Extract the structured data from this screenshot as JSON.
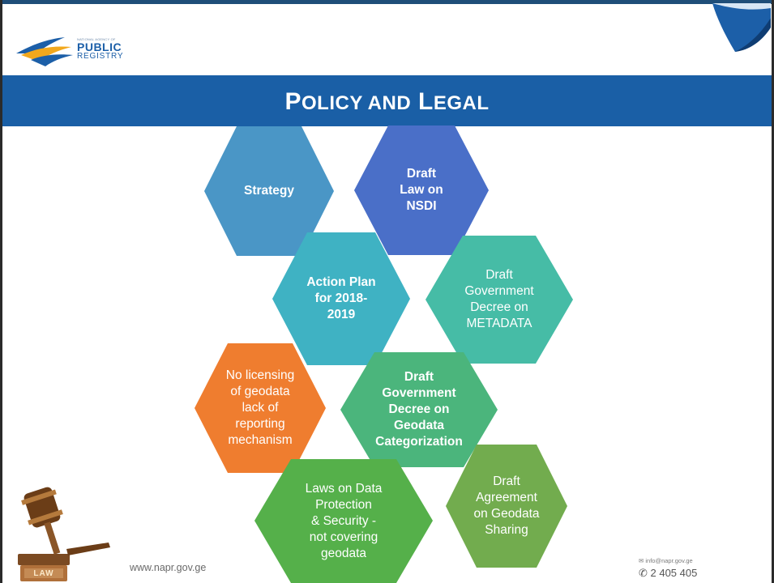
{
  "header": {
    "logo_small": "NATIONAL AGENCY OF",
    "logo_public": "PUBLIC",
    "logo_registry": "REGISTRY",
    "title_first_letter": "P",
    "title_first_rest": "OLICY AND",
    "title_second_letter": "L",
    "title_second_rest": "EGAL"
  },
  "hexagons": [
    {
      "id": "strategy",
      "label": "Strategy",
      "bold": true,
      "color": "#4a96c6"
    },
    {
      "id": "draft-law-nsdi",
      "label": "Draft\nLaw on\nNSDI",
      "bold": true,
      "color": "#4a6fc8"
    },
    {
      "id": "action-plan",
      "label": "Action Plan\nfor 2018-\n2019",
      "bold": true,
      "color": "#3fb2c3"
    },
    {
      "id": "draft-decree-metadata",
      "label": "Draft\nGovernment\nDecree on\nMETADATA",
      "bold": false,
      "color": "#46bca6"
    },
    {
      "id": "no-licensing",
      "label": "No licensing\nof geodata\nlack of\nreporting\nmechanism",
      "bold": false,
      "color": "#ef7d2f"
    },
    {
      "id": "draft-decree-categorization",
      "label": "Draft\nGovernment\nDecree on\nGeodata\nCategorization",
      "bold": true,
      "color": "#4bb57c"
    },
    {
      "id": "laws-data-protection",
      "label": "Laws on Data\nProtection\n& Security  -\nnot covering\ngeodata",
      "bold": false,
      "color": "#55b04a"
    },
    {
      "id": "draft-agreement",
      "label": "Draft\nAgreement\non Geodata\nSharing",
      "bold": false,
      "color": "#72ac4e"
    }
  ],
  "gavel": {
    "label": "LAW"
  },
  "footer": {
    "url": "www.napr.gov.ge",
    "email": "✉ info@napr.gov.ge",
    "phone": "✆ 2 405 405"
  }
}
